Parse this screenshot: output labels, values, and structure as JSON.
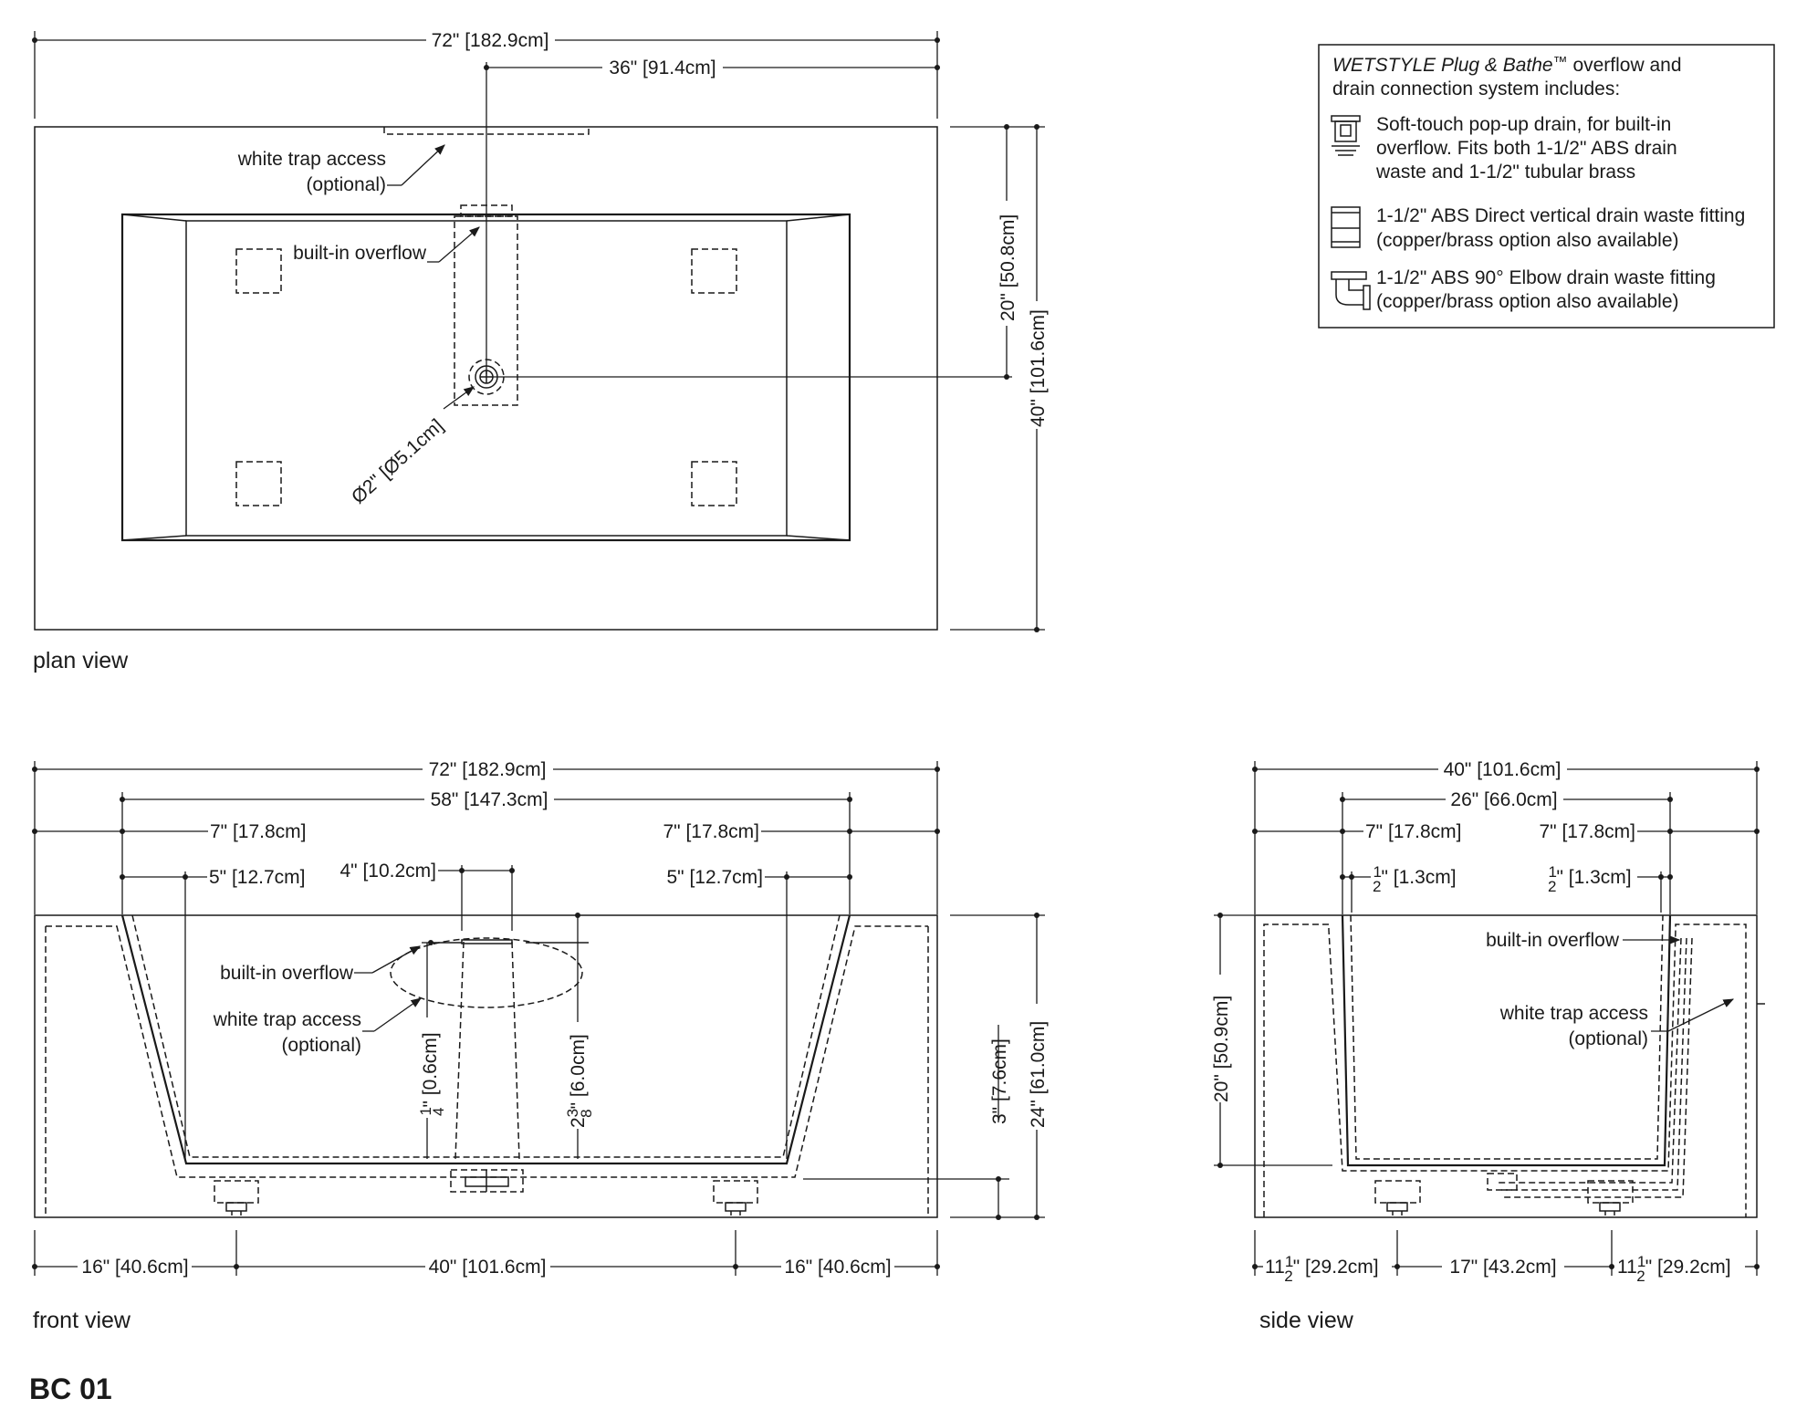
{
  "plan_view": {
    "label": "plan view",
    "dims": {
      "overall_length": "72\" [182.9cm]",
      "half_length": "36\" [91.4cm]",
      "half_width": "20\" [50.8cm]",
      "overall_width": "40\" [101.6cm]",
      "drain_dia": "Ø2\" [Ø5.1cm]"
    },
    "callouts": {
      "white_trap_access_1": "white trap access",
      "white_trap_access_2": "(optional)",
      "built_in_overflow": "built-in overflow"
    }
  },
  "legend": {
    "title_italic": "WETSTYLE Plug & Bathe",
    "title_tm": "™",
    "title_rest": " overflow  and",
    "title_line2": "drain connection system includes:",
    "items": [
      {
        "icon": "pop-up-drain-icon",
        "lines": [
          "Soft-touch pop-up drain, for built-in",
          "overflow. Fits both 1-1/2\" ABS drain",
          "waste and 1-1/2\" tubular brass"
        ]
      },
      {
        "icon": "vertical-fitting-icon",
        "lines": [
          "1-1/2\" ABS Direct vertical drain waste fitting",
          "(copper/brass option also available)"
        ]
      },
      {
        "icon": "elbow-fitting-icon",
        "lines": [
          "1-1/2\" ABS 90° Elbow drain waste fitting",
          "(copper/brass option also available)"
        ]
      }
    ]
  },
  "front_view": {
    "label": "front view",
    "dims": {
      "overall_length": "72\" [182.9cm]",
      "basin_length": "58\" [147.3cm]",
      "left_inset_7": "7\" [17.8cm]",
      "right_inset_7": "7\" [17.8cm]",
      "left_inset_5": "5\" [12.7cm]",
      "right_inset_5": "5\" [12.7cm]",
      "overflow_width": "4\" [10.2cm]",
      "quarter_inch": "\" [0.6cm]",
      "quarter_num": "1",
      "quarter_den": "4",
      "two_three_eighths": "\" [6.0cm]",
      "tte_whole": "2",
      "tte_num": "3",
      "tte_den": "8",
      "three_inch": "3\" [7.6cm]",
      "height": "24\" [61.0cm]",
      "left_16": "16\" [40.6cm]",
      "center_40": "40\" [101.6cm]",
      "right_16": "16\" [40.6cm]"
    },
    "callouts": {
      "built_in_overflow": "built-in overflow",
      "white_trap_access_1": "white trap access",
      "white_trap_access_2": "(optional)"
    }
  },
  "side_view": {
    "label": "side view",
    "dims": {
      "overall_width": "40\" [101.6cm]",
      "basin_width": "26\" [66.0cm]",
      "left_7": "7\" [17.8cm]",
      "right_7": "7\" [17.8cm]",
      "half_num": "1",
      "half_den": "2",
      "half_left": "\" [1.3cm]",
      "half_right": "\" [1.3cm]",
      "height": "20\" [50.9cm]",
      "bot_whole": "11",
      "bot_left": "\" [29.2cm]",
      "bot_center": "17\" [43.2cm]",
      "bot_right": "\" [29.2cm]"
    },
    "callouts": {
      "built_in_overflow": "built-in overflow",
      "white_trap_access_1": "white trap access",
      "white_trap_access_2": "(optional)"
    }
  },
  "model_code": "BC 01"
}
